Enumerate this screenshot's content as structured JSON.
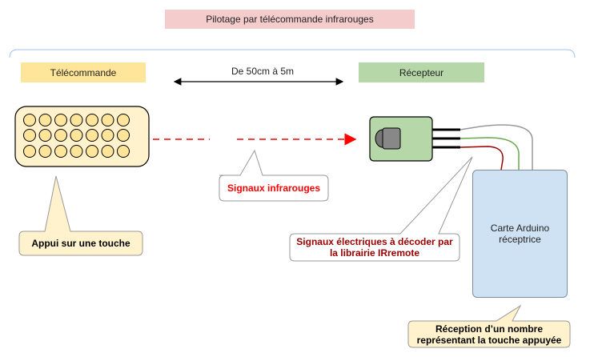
{
  "diagram": {
    "title": "Pilotage par télécommande infrarouges",
    "remote_label": "Télécommande",
    "receiver_label": "Récepteur",
    "distance_label": "De 50cm à 5m",
    "ir_signal_label": "Signaux infrarouges",
    "keypress_label": "Appui sur une touche",
    "electric_signal_line1": "Signaux électriques à décoder par",
    "electric_signal_line2": "la librairie IRremote",
    "arduino_line1": "Carte Arduino",
    "arduino_line2": "réceptrice",
    "reception_line1": "Réception d’un nombre",
    "reception_line2": "représentant la touche appuyée"
  },
  "colors": {
    "title_bg": "#f4cccc",
    "remote_bg": "#ffe599",
    "receiver_bg": "#b6d7a8",
    "arduino_bg": "#cfe2f3",
    "ir_red": "#ff0000",
    "dark_red_text": "#990000"
  }
}
